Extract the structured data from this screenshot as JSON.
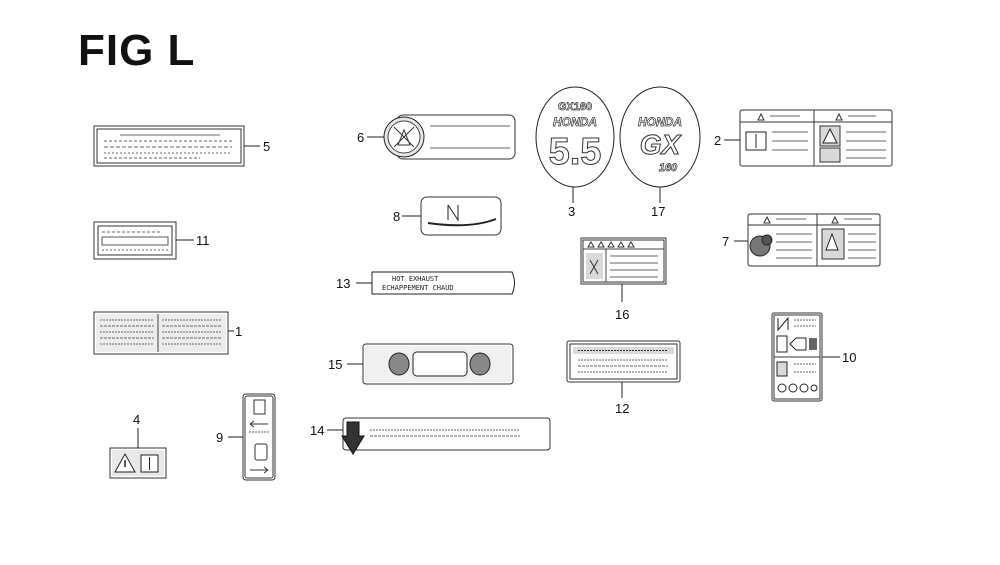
{
  "figure": {
    "title": "FIG L"
  },
  "callouts": [
    {
      "id": "c5",
      "label": "5"
    },
    {
      "id": "c11",
      "label": "11"
    },
    {
      "id": "c1",
      "label": "1"
    },
    {
      "id": "c4",
      "label": "4"
    },
    {
      "id": "c9",
      "label": "9"
    },
    {
      "id": "c6",
      "label": "6"
    },
    {
      "id": "c8",
      "label": "8"
    },
    {
      "id": "c13",
      "label": "13"
    },
    {
      "id": "c15",
      "label": "15"
    },
    {
      "id": "c14",
      "label": "14"
    },
    {
      "id": "c3",
      "label": "3"
    },
    {
      "id": "c17",
      "label": "17"
    },
    {
      "id": "c16",
      "label": "16"
    },
    {
      "id": "c12",
      "label": "12"
    },
    {
      "id": "c2",
      "label": "2"
    },
    {
      "id": "c7",
      "label": "7"
    },
    {
      "id": "c10",
      "label": "10"
    }
  ],
  "decal_text": {
    "hot_exhaust_line1": "HOT EXHAUST",
    "hot_exhaust_line2": "ECHAPPEMENT CHAUD",
    "gx160_model": "GX160",
    "honda_brand": "HONDA",
    "displacement": "5.5",
    "honda_brand_2": "HONDA",
    "gx_letters": "GX",
    "gx_number": "160"
  }
}
